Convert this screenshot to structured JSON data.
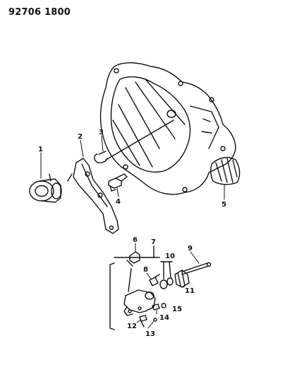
{
  "header": {
    "diagram_code": "92706 1800"
  },
  "callouts": {
    "c1": "1",
    "c2": "2",
    "c3": "3",
    "c4": "4",
    "c5": "5",
    "c6": "6",
    "c7": "7",
    "c8": "8",
    "c9": "9",
    "c10": "10",
    "c11": "11",
    "c12": "12",
    "c13": "13",
    "c14": "14",
    "c15": "15"
  }
}
